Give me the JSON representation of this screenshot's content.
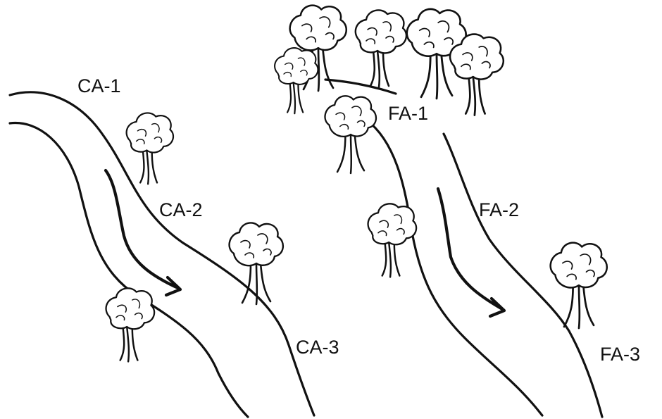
{
  "labels": {
    "ca1": "CA-1",
    "ca2": "CA-2",
    "ca3": "CA-3",
    "fa1": "FA-1",
    "fa2": "FA-2",
    "fa3": "FA-3"
  },
  "colors": {
    "ink": "#111111",
    "background": "#ffffff"
  }
}
